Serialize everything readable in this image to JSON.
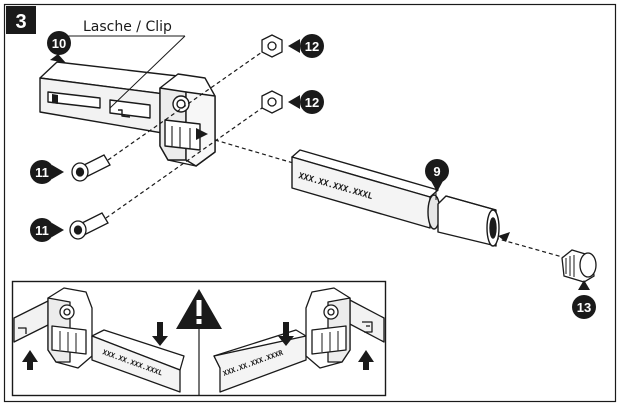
{
  "step": {
    "number": "3"
  },
  "callout_label": "Lasche / Clip",
  "parts": [
    {
      "id": "clip",
      "number": "10"
    },
    {
      "id": "screw",
      "number": "11"
    },
    {
      "id": "nut",
      "number": "12"
    },
    {
      "id": "tube",
      "number": "9"
    },
    {
      "id": "end-cap",
      "number": "13"
    }
  ],
  "tube_marking": "XXX.XX.XXX.XXXL",
  "detail_markings": {
    "left": "XXX.XX.XXX.XXXL",
    "right": "XXX.XX.XXX.XXXR"
  },
  "warning_icon": "warning-triangle-icon",
  "colors": {
    "ink": "#1a1a1a",
    "badge": "#1a1a1a",
    "fill": "#ffffff",
    "shade": "#e6e6e6"
  }
}
